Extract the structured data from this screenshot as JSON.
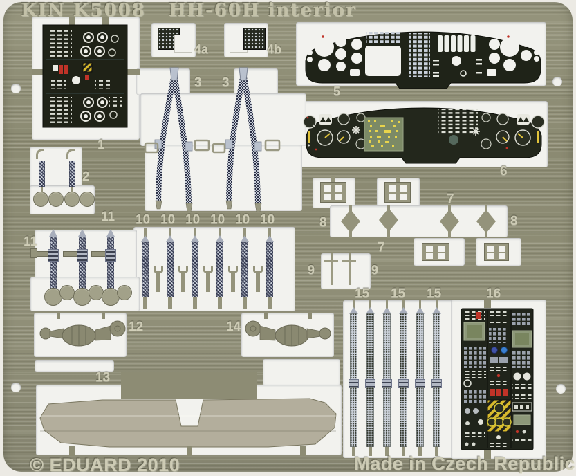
{
  "sheet": {
    "title": "KIN K5008   HH-60H interior",
    "copyright": "© EDUARD 2010",
    "made_in": "Made in Czech Republic"
  },
  "part_labels": {
    "p1": "1",
    "p2": "2",
    "p3": "3",
    "p4a": "4a",
    "p4b": "4b",
    "p5": "5",
    "p6": "6",
    "p7": "7",
    "p8": "8",
    "p9": "9",
    "p10": "10",
    "p11": "11",
    "p12": "12",
    "p13": "13",
    "p14": "14",
    "p15": "15",
    "p16": "16"
  },
  "colors": {
    "metal": "#8d8c74",
    "backing_white": "#f2f2ee",
    "panel_dark": "#20231a",
    "mfd_green": "#7c8a66",
    "strap_blue": "#c6ccd7",
    "hazard_yellow": "#d8b92c",
    "accent_red": "#c03328",
    "etched_label": "#d6d4bd"
  }
}
